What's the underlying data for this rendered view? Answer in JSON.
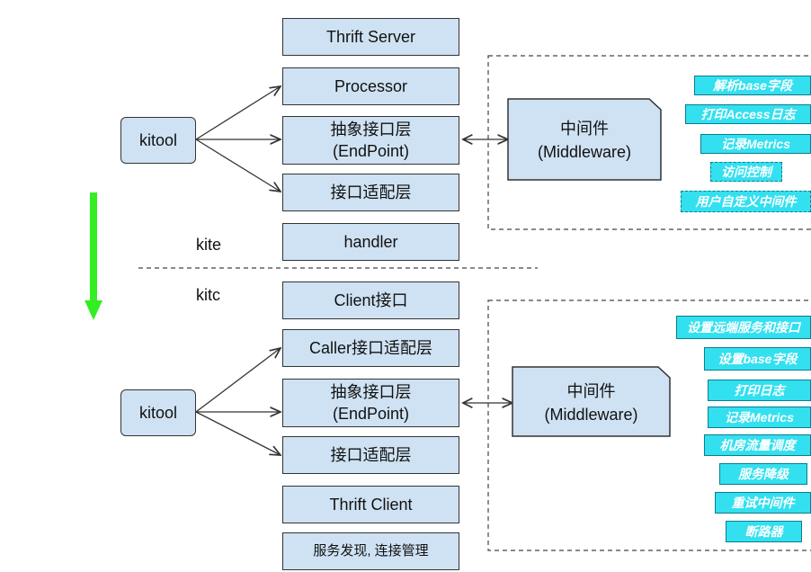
{
  "kite_section": {
    "label": "kite",
    "stack": [
      "Thrift Server",
      "Processor",
      "抽象接口层\n(EndPoint)",
      "接口适配层",
      "handler"
    ],
    "kitool": "kitool",
    "middleware": "中间件\n(Middleware)",
    "middleware_tags": [
      "解析base字段",
      "打印Access日志",
      "记录Metrics",
      "访问控制",
      "用户自定义中间件"
    ]
  },
  "kitc_section": {
    "label": "kitc",
    "stack": [
      "Client接口",
      "Caller接口适配层",
      "抽象接口层\n(EndPoint)",
      "接口适配层",
      "Thrift Client",
      "服务发现, 连接管理"
    ],
    "kitool": "kitool",
    "middleware": "中间件\n(Middleware)",
    "middleware_tags": [
      "设置远端服务和接口",
      "设置base字段",
      "打印日志",
      "记录Metrics",
      "机房流量调度",
      "服务降级",
      "重试中间件",
      "断路器"
    ]
  },
  "colors": {
    "box_fill": "#cfe2f3",
    "tag_fill": "#33e0f0",
    "arrow_green": "#33ee22"
  }
}
